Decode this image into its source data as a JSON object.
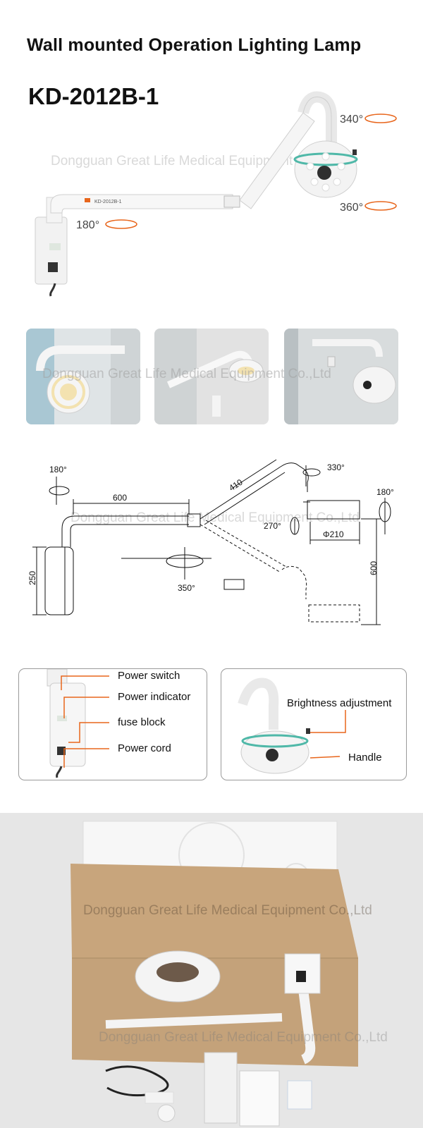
{
  "header": {
    "title": "Wall mounted Operation Lighting Lamp",
    "model": "KD-2012B-1"
  },
  "watermark": {
    "text_top": "Dongguan Great Life Medical Equipment Co.,Ltd",
    "text_thumbs": "Dongguan Great Life Medical Equipment Co.,Ltd",
    "text_diagram": "Dongguan Great Life Medical Equipment Co.,Ltd",
    "text_box": "Dongguan Great Life Medical Equipment Co.,Ltd",
    "text_bottom": "Dongguan Great Life Medical Equipment Co.,Ltd"
  },
  "hero": {
    "arm_label": "KD-2012B-1",
    "rotation_top": "340°",
    "rotation_lamp": "360°",
    "rotation_base": "180°"
  },
  "diagram": {
    "rot_base": "180°",
    "arm_length": "600",
    "arm2_length": "410",
    "rot_top": "330°",
    "rot_right": "180°",
    "rot_joint": "270°",
    "lamp_diameter": "Φ210",
    "base_height": "250",
    "drop_height": "600",
    "rot_lower": "350°"
  },
  "features_left": {
    "labels": [
      "Power switch",
      "Power indicator",
      "fuse block",
      "Power cord"
    ]
  },
  "features_right": {
    "labels": [
      "Brightness adjustment",
      "Handle"
    ]
  },
  "colors": {
    "accent_orange": "#e8661c",
    "teal_ring": "#4fb8a8",
    "box_kraft": "#c4a27a"
  }
}
